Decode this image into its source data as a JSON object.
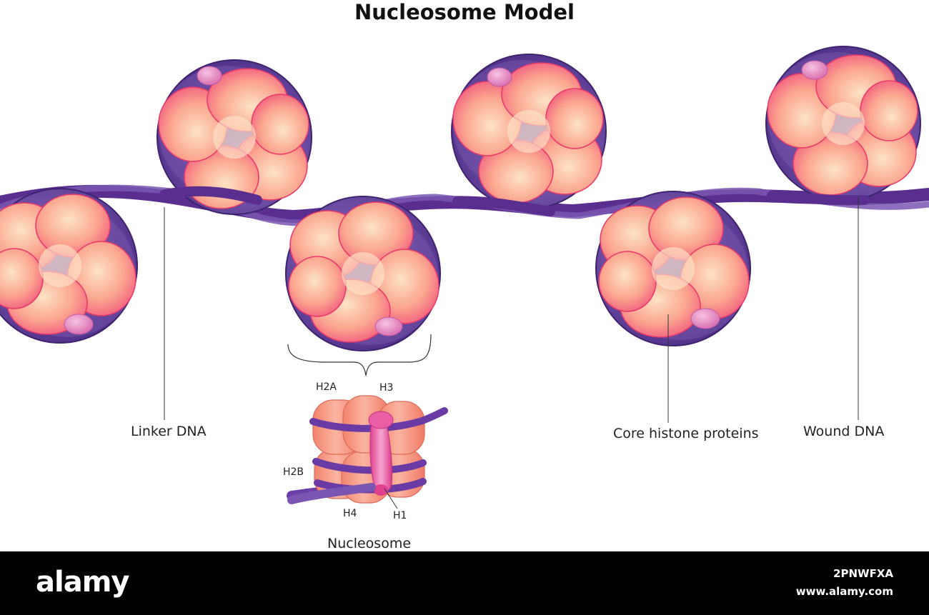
{
  "title": "Nucleosome Model",
  "labels": {
    "linker_dna": "Linker DNA",
    "core_histone": "Core histone proteins",
    "wound_dna": "Wound DNA",
    "nucleosome": "Nucleosome",
    "h2a": "H2A",
    "h3": "H3",
    "h2b": "H2B",
    "h4": "H4",
    "h1": "H1"
  },
  "footer": {
    "brand": "alamy",
    "image_id": "2PNWFXA",
    "site": "www.alamy.com"
  },
  "colors": {
    "dna": "#5a2e8e",
    "dna_light": "#7a56b2",
    "histone_core": "#fba58f",
    "histone_edge": "#e8386a",
    "histone_cap": "#e88bc6"
  }
}
